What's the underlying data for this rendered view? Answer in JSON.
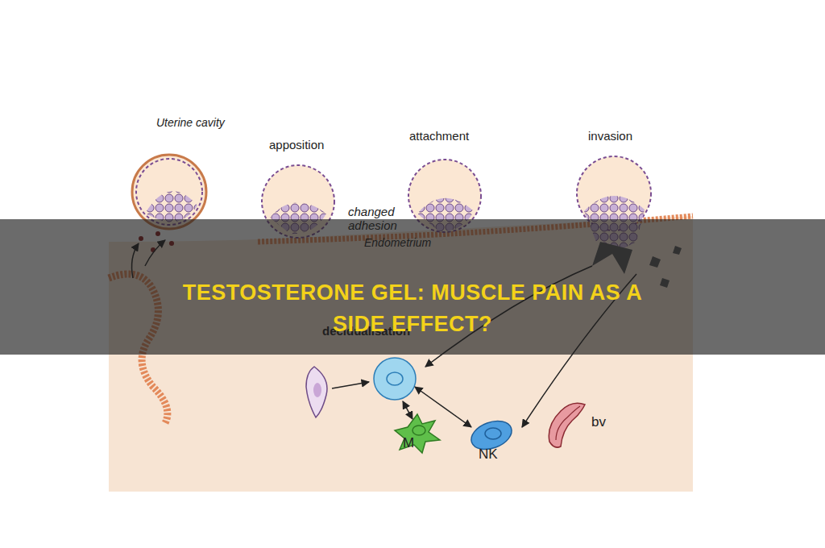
{
  "diagram": {
    "title": "TESTOSTERONE GEL: MUSCLE PAIN AS A SIDE EFFECT?",
    "nodes": [
      {
        "text": [
          "M"
        ]
      },
      {
        "text": [
          "NK"
        ]
      },
      {
        "text": [
          "bv"
        ]
      }
    ],
    "labels": [
      "Uterine cavity",
      "apposition",
      "attachment",
      "invasion",
      "changed adhesion",
      "Endometrium",
      "decidualisation"
    ]
  }
}
